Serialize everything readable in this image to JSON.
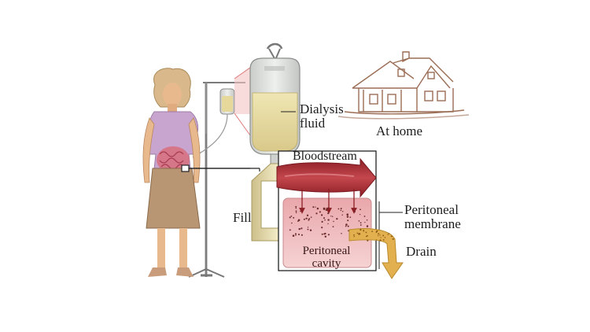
{
  "labels": {
    "dialysis_fluid": [
      "Dialysis",
      "fluid"
    ],
    "at_home": "At home",
    "bloodstream": "Bloodstream",
    "fill": "Fill",
    "peritoneal_membrane": [
      "Peritoneal",
      "membrane"
    ],
    "drain": "Drain",
    "peritoneal_cavity": [
      "Peritoneal",
      "cavity"
    ]
  },
  "colors": {
    "fluid": "#e9dfa0",
    "bag": "#dfe1de",
    "blood": "#b83a3f",
    "blood_light": "#e58c90",
    "cavity": "#f0c0c2",
    "cavity_edge": "#c98a8d",
    "dress": "#c7a5cf",
    "skirt": "#b89573",
    "skin": "#e9b98e",
    "hair": "#d9b98c",
    "drain_fluid": "#e2b04e",
    "house_line": "#9b6d55",
    "ink": "#1d1d1d"
  }
}
